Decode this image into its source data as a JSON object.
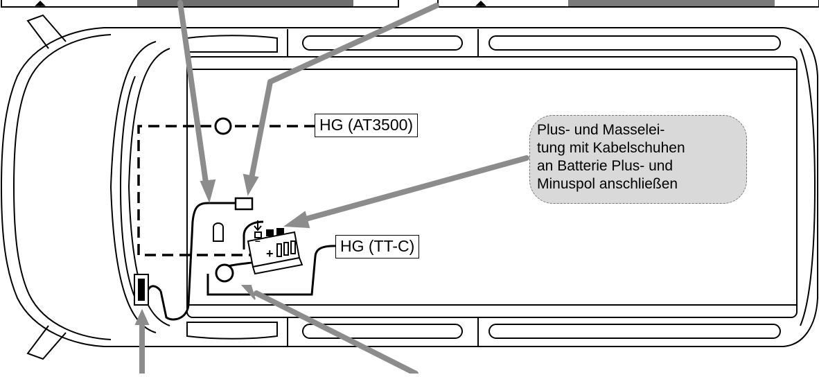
{
  "labels": {
    "hg_at3500": "HG (AT3500)",
    "hg_ttc": "HG (TT-C)"
  },
  "note": {
    "lines": [
      "Plus- und Masselei-",
      "tung mit Kabelschuhen",
      "an Batterie Plus- und",
      "Minuspol anschließen"
    ]
  },
  "colors": {
    "outline": "#000000",
    "arrow": "#8c8c8c",
    "note_fill": "#d9d9d9",
    "note_border": "#777777"
  }
}
